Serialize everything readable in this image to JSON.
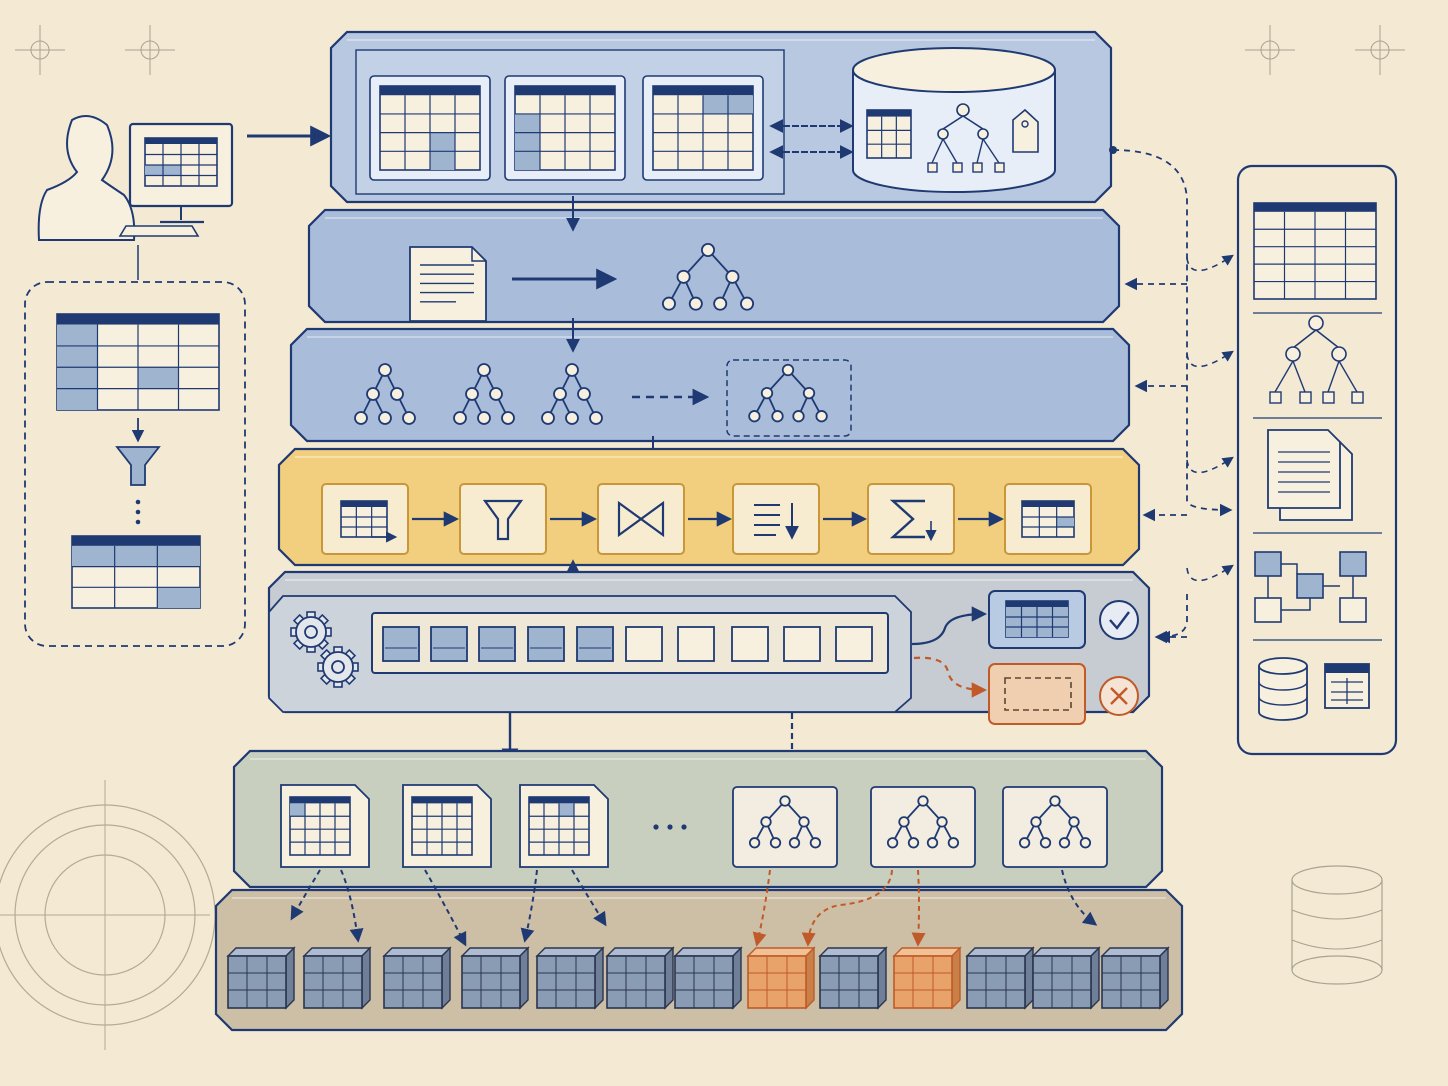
{
  "diagram": {
    "kind": "layered data-processing architecture (no text labels)",
    "colors": {
      "paper": "#f4ead3",
      "ink": "#1f3a73",
      "blue_panel": "#b8c8e0",
      "blue_dark_panel": "#a9bddb",
      "orange_panel": "#f2cf7e",
      "gray_panel": "#c7ccd3",
      "green_panel": "#c9cfbf",
      "brown_panel": "#cdbfa5",
      "error_accent": "#c05a28",
      "cell_fill": "#9fb4cf"
    },
    "layers": [
      {
        "id": "catalog",
        "icons": [
          "table-icon",
          "table-icon",
          "table-icon",
          "database-icon"
        ]
      },
      {
        "id": "parse",
        "icons": [
          "document-icon",
          "arrow-icon",
          "tree-icon"
        ]
      },
      {
        "id": "optimize",
        "icons": [
          "tree-icon",
          "tree-icon",
          "tree-icon",
          "dashed-arrow-icon",
          "tree-icon"
        ]
      },
      {
        "id": "execution-pipeline",
        "steps": [
          "scan-icon",
          "filter-icon",
          "join-icon",
          "sort-icon",
          "aggregate-icon",
          "result-table-icon"
        ]
      },
      {
        "id": "scheduler",
        "icons": [
          "gears-icon",
          "task-queue",
          "success-check-icon",
          "failure-x-icon"
        ]
      },
      {
        "id": "storage-files",
        "items": [
          "table-file-icon",
          "table-file-icon",
          "table-file-icon",
          "ellipsis",
          "tree-icon",
          "tree-icon",
          "tree-icon"
        ]
      },
      {
        "id": "storage-blocks",
        "blocks": 13,
        "highlighted": [
          8,
          10
        ]
      }
    ],
    "queue_cells": {
      "total": 10,
      "filled": 5
    },
    "user_panel": {
      "icons": [
        "user-icon",
        "monitor-icon",
        "table-icon",
        "funnel-icon",
        "result-table-icon"
      ]
    },
    "metadata_panel": {
      "icons": [
        "table-icon",
        "hierarchy-icon",
        "document-icon",
        "flowchart-icon",
        "database-icon",
        "form-icon"
      ]
    }
  }
}
